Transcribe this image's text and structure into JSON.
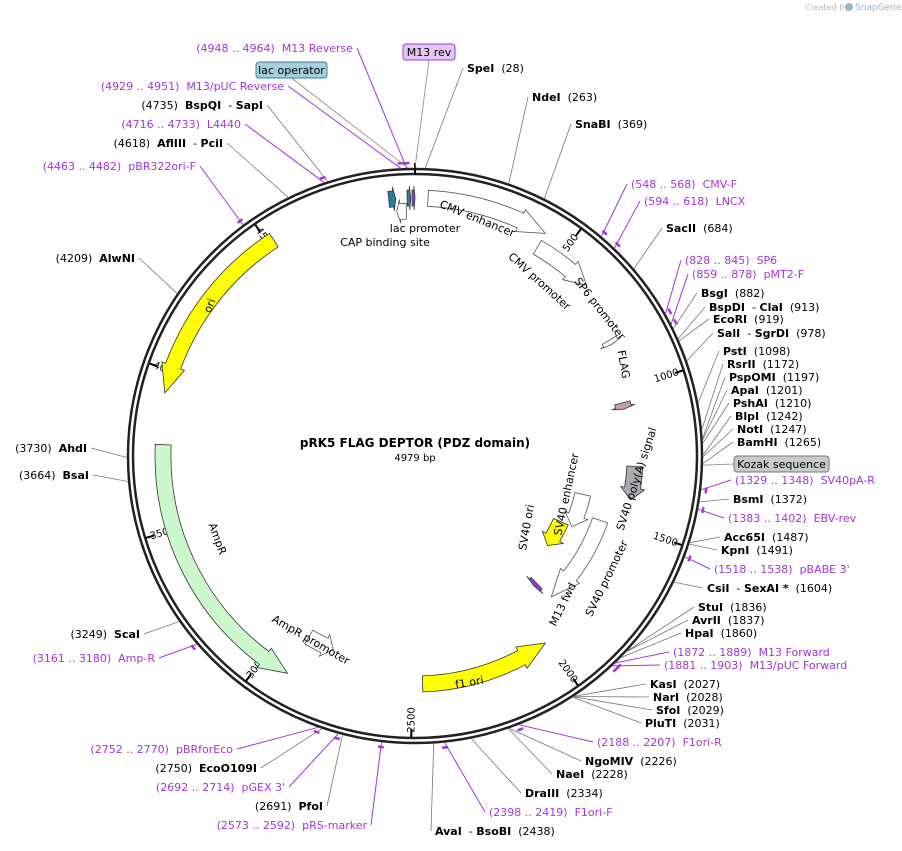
{
  "plasmid": {
    "name": "pRK5 FLAG DEPTOR (PDZ domain)",
    "length_label": "4979 bp",
    "length": 4979
  },
  "credit": {
    "prefix": "Created by",
    "brand": "SnapGene"
  },
  "ticks": [
    {
      "pos": 500,
      "label": "500"
    },
    {
      "pos": 1000,
      "label": "1000"
    },
    {
      "pos": 1500,
      "label": "1500"
    },
    {
      "pos": 2000,
      "label": "2000"
    },
    {
      "pos": 2500,
      "label": "2500"
    },
    {
      "pos": 3000,
      "label": "3000"
    },
    {
      "pos": 3500,
      "label": "3500"
    },
    {
      "pos": 4000,
      "label": "4000"
    },
    {
      "pos": 4500,
      "label": "4500"
    }
  ],
  "boxed_labels": [
    {
      "text": "M13 rev",
      "style": "purple",
      "pos": 4979
    },
    {
      "text": "lac operator",
      "style": "teal",
      "pos": 4960
    },
    {
      "text": "Kozak sequence",
      "style": "gray",
      "pos": 1270
    }
  ],
  "features": [
    {
      "name": "CMV enhancer",
      "start": 40,
      "end": 420,
      "dir": 1,
      "color": "#ffffff"
    },
    {
      "name": "CMV promoter",
      "start": 420,
      "end": 624,
      "dir": 1,
      "color": "#ffffff"
    },
    {
      "name": "SP6 promoter",
      "start": 819,
      "end": 836,
      "dir": 1,
      "color": "#ffffff"
    },
    {
      "name": "FLAG",
      "start": 1046,
      "end": 1070,
      "dir": 1,
      "color": "#c79ca5"
    },
    {
      "name": "SV40 poly(A) signal",
      "start": 1282,
      "end": 1404,
      "dir": 1,
      "color": "#a8adb2"
    },
    {
      "name": "SV40 enhancer",
      "start": 1423,
      "end": 1580,
      "dir": 1,
      "color": "#ffffff"
    },
    {
      "name": "SV40 ori",
      "start": 1580,
      "end": 1715,
      "dir": 1,
      "color": "#ffff00"
    },
    {
      "name": "SV40 promoter",
      "start": 1510,
      "end": 1880,
      "dir": 1,
      "color": "#ffffff"
    },
    {
      "name": "M13 fwd",
      "start": 1885,
      "end": 1902,
      "dir": 1,
      "color": "#9a3ad6"
    },
    {
      "name": "f1 ori",
      "start": 2007,
      "end": 2463,
      "dir": -1,
      "color": "#ffff00"
    },
    {
      "name": "AmpR promoter",
      "start": 2806,
      "end": 2910,
      "dir": -1,
      "color": "#ffffff"
    },
    {
      "name": "AmpR",
      "start": 2910,
      "end": 3770,
      "dir": -1,
      "color": "#ccf7cc"
    },
    {
      "name": "ori",
      "start": 3930,
      "end": 4520,
      "dir": -1,
      "color": "#ffff00"
    },
    {
      "name": "CAP binding site",
      "start": 4898,
      "end": 4920,
      "dir": 1,
      "color": "#2a7c9b"
    },
    {
      "name": "lac promoter",
      "start": 4920,
      "end": 4951,
      "dir": -1,
      "color": "#ffffff"
    },
    {
      "name": "lac operator",
      "start": 4955,
      "end": 4966,
      "dir": 1,
      "color": "#2a7c9b"
    },
    {
      "name": "M13 rev",
      "start": 4970,
      "end": 4979,
      "dir": 1,
      "color": "#9a3ad6"
    }
  ],
  "labels": [
    {
      "name": "M13 Reverse",
      "coord": "(4948 .. 4964)",
      "kind": "primer",
      "pos": 4956
    },
    {
      "name": "SpeI",
      "coord": "(28)",
      "kind": "site",
      "pos": 28
    },
    {
      "name": "M13/pUC Reverse",
      "coord": "(4929 .. 4951)",
      "kind": "primer",
      "pos": 4940
    },
    {
      "name": "BspQI",
      "name2": "SapI",
      "coord": "(4735)",
      "kind": "site",
      "pos": 4735
    },
    {
      "name": "NdeI",
      "coord": "(263)",
      "kind": "site",
      "pos": 263
    },
    {
      "name": "L4440",
      "coord": "(4716 .. 4733)",
      "kind": "primer",
      "pos": 4725
    },
    {
      "name": "SnaBI",
      "coord": "(369)",
      "kind": "site",
      "pos": 369
    },
    {
      "name": "AflIII",
      "name2": "PciI",
      "coord": "(4618)",
      "kind": "site",
      "pos": 4618
    },
    {
      "name": "pBR322ori-F",
      "coord": "(4463 .. 4482)",
      "kind": "primer",
      "pos": 4472
    },
    {
      "name": "CMV-F",
      "coord": "(548 .. 568)",
      "kind": "primer",
      "pos": 558
    },
    {
      "name": "LNCX",
      "coord": "(594 .. 618)",
      "kind": "primer",
      "pos": 606
    },
    {
      "name": "SacII",
      "coord": "(684)",
      "kind": "site",
      "pos": 684
    },
    {
      "name": "AlwNI",
      "coord": "(4209)",
      "kind": "site",
      "pos": 4209
    },
    {
      "name": "SP6",
      "coord": "(828 .. 845)",
      "kind": "primer",
      "pos": 836
    },
    {
      "name": "pMT2-F",
      "coord": "(859 .. 878)",
      "kind": "primer",
      "pos": 868
    },
    {
      "name": "BsgI",
      "coord": "(882)",
      "kind": "site",
      "pos": 882
    },
    {
      "name": "BspDI",
      "name2": "ClaI",
      "coord": "(913)",
      "kind": "site",
      "pos": 913
    },
    {
      "name": "EcoRI",
      "coord": "(919)",
      "kind": "site",
      "pos": 919
    },
    {
      "name": "SalI",
      "name2": "SgrDI",
      "coord": "(978)",
      "kind": "site",
      "pos": 978
    },
    {
      "name": "PstI",
      "coord": "(1098)",
      "kind": "site",
      "pos": 1098
    },
    {
      "name": "RsrII",
      "coord": "(1172)",
      "kind": "site",
      "pos": 1172
    },
    {
      "name": "PspOMI",
      "coord": "(1197)",
      "kind": "site",
      "pos": 1197
    },
    {
      "name": "ApaI",
      "coord": "(1201)",
      "kind": "site",
      "pos": 1201
    },
    {
      "name": "PshAI",
      "coord": "(1210)",
      "kind": "site",
      "pos": 1210
    },
    {
      "name": "BlpI",
      "coord": "(1242)",
      "kind": "site",
      "pos": 1242
    },
    {
      "name": "NotI",
      "coord": "(1247)",
      "kind": "site",
      "pos": 1247
    },
    {
      "name": "BamHI",
      "coord": "(1265)",
      "kind": "site",
      "pos": 1265
    },
    {
      "name": "AhdI",
      "coord": "(3730)",
      "kind": "site",
      "pos": 3730
    },
    {
      "name": "BsaI",
      "coord": "(3664)",
      "kind": "site",
      "pos": 3664
    },
    {
      "name": "SV40pA-R",
      "coord": "(1329 .. 1348)",
      "kind": "primer",
      "pos": 1338
    },
    {
      "name": "BsmI",
      "coord": "(1372)",
      "kind": "site",
      "pos": 1372
    },
    {
      "name": "EBV-rev",
      "coord": "(1383 .. 1402)",
      "kind": "primer",
      "pos": 1392
    },
    {
      "name": "Acc65I",
      "coord": "(1487)",
      "kind": "site",
      "pos": 1487
    },
    {
      "name": "KpnI",
      "coord": "(1491)",
      "kind": "site",
      "pos": 1491
    },
    {
      "name": "pBABE 3'",
      "coord": "(1518 .. 1538)",
      "kind": "primer",
      "pos": 1528
    },
    {
      "name": "CsiI",
      "name2": "SexAI *",
      "coord": "(1604)",
      "kind": "site",
      "pos": 1604
    },
    {
      "name": "StuI",
      "coord": "(1836)",
      "kind": "site",
      "pos": 1836
    },
    {
      "name": "AvrII",
      "coord": "(1837)",
      "kind": "site",
      "pos": 1837
    },
    {
      "name": "ScaI",
      "coord": "(3249)",
      "kind": "site",
      "pos": 3249
    },
    {
      "name": "HpaI",
      "coord": "(1860)",
      "kind": "site",
      "pos": 1860
    },
    {
      "name": "M13 Forward",
      "coord": "(1872 .. 1889)",
      "kind": "primer",
      "pos": 1880
    },
    {
      "name": "Amp-R",
      "coord": "(3161 .. 3180)",
      "kind": "primer",
      "pos": 3170
    },
    {
      "name": "M13/pUC Forward",
      "coord": "(1881 .. 1903)",
      "kind": "primer",
      "pos": 1892
    },
    {
      "name": "KasI",
      "coord": "(2027)",
      "kind": "site",
      "pos": 2027
    },
    {
      "name": "NarI",
      "coord": "(2028)",
      "kind": "site",
      "pos": 2028
    },
    {
      "name": "SfoI",
      "coord": "(2029)",
      "kind": "site",
      "pos": 2029
    },
    {
      "name": "PluTI",
      "coord": "(2031)",
      "kind": "site",
      "pos": 2031
    },
    {
      "name": "F1ori-R",
      "coord": "(2188 .. 2207)",
      "kind": "primer",
      "pos": 2198
    },
    {
      "name": "pBRforEco",
      "coord": "(2752 .. 2770)",
      "kind": "primer",
      "pos": 2761
    },
    {
      "name": "NgoMIV",
      "coord": "(2226)",
      "kind": "site",
      "pos": 2226
    },
    {
      "name": "EcoO109I",
      "coord": "(2750)",
      "kind": "site",
      "pos": 2750
    },
    {
      "name": "NaeI",
      "coord": "(2228)",
      "kind": "site",
      "pos": 2228
    },
    {
      "name": "pGEX 3'",
      "coord": "(2692 .. 2714)",
      "kind": "primer",
      "pos": 2703
    },
    {
      "name": "DraIII",
      "coord": "(2334)",
      "kind": "site",
      "pos": 2334
    },
    {
      "name": "PfoI",
      "coord": "(2691)",
      "kind": "site",
      "pos": 2691
    },
    {
      "name": "F1ori-F",
      "coord": "(2398 .. 2419)",
      "kind": "primer",
      "pos": 2408
    },
    {
      "name": "pRS-marker",
      "coord": "(2573 .. 2592)",
      "kind": "primer",
      "pos": 2582
    },
    {
      "name": "AvaI",
      "name2": "BsoBI",
      "coord": "(2438)",
      "kind": "site",
      "pos": 2438
    }
  ]
}
